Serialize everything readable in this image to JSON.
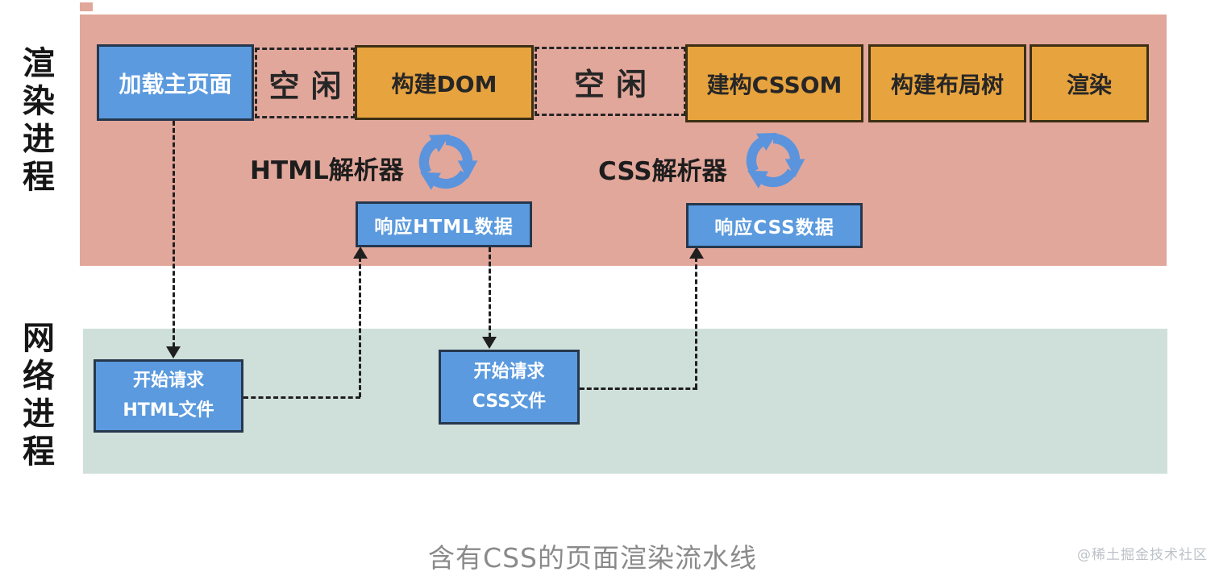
{
  "colors": {
    "render_band": "#e2a79b",
    "network_band": "#cfe0da",
    "blue_box": "#5b9ade",
    "orange_box": "#e7a33e",
    "cycle_icon": "#5b94dd",
    "line": "#1f1f1f",
    "caption_text": "#8a8a8a",
    "watermark_text": "#bdc2c8",
    "box_text_dark": "#262626",
    "box_text_light": "#ffffff"
  },
  "lanes": {
    "render": {
      "label": "渲染进程"
    },
    "network": {
      "label": "网络进程"
    }
  },
  "render_lane": {
    "stages": [
      {
        "id": "load-main-page",
        "label": "加载主页面",
        "type": "blue"
      },
      {
        "id": "idle-1",
        "label": "空闲",
        "type": "idle"
      },
      {
        "id": "build-dom",
        "label": "构建DOM",
        "type": "orange"
      },
      {
        "id": "idle-2",
        "label": "空闲",
        "type": "idle"
      },
      {
        "id": "build-cssom",
        "label": "建构CSSOM",
        "type": "orange"
      },
      {
        "id": "build-layout-tree",
        "label": "构建布局树",
        "type": "orange"
      },
      {
        "id": "render",
        "label": "渲染",
        "type": "orange"
      }
    ],
    "parsers": [
      {
        "id": "html-parser",
        "label": "HTML解析器",
        "icon": "cycle-arrows-icon"
      },
      {
        "id": "css-parser",
        "label": "CSS解析器",
        "icon": "cycle-arrows-icon"
      }
    ],
    "responses": [
      {
        "id": "response-html-data",
        "label": "响应HTML数据"
      },
      {
        "id": "response-css-data",
        "label": "响应CSS数据"
      }
    ]
  },
  "network_lane": {
    "requests": [
      {
        "id": "request-html-file",
        "line1": "开始请求",
        "line2": "HTML文件"
      },
      {
        "id": "request-css-file",
        "line1": "开始请求",
        "line2": "CSS文件"
      }
    ]
  },
  "caption": "含有CSS的页面渲染流水线",
  "watermark": "@稀土掘金技术社区"
}
